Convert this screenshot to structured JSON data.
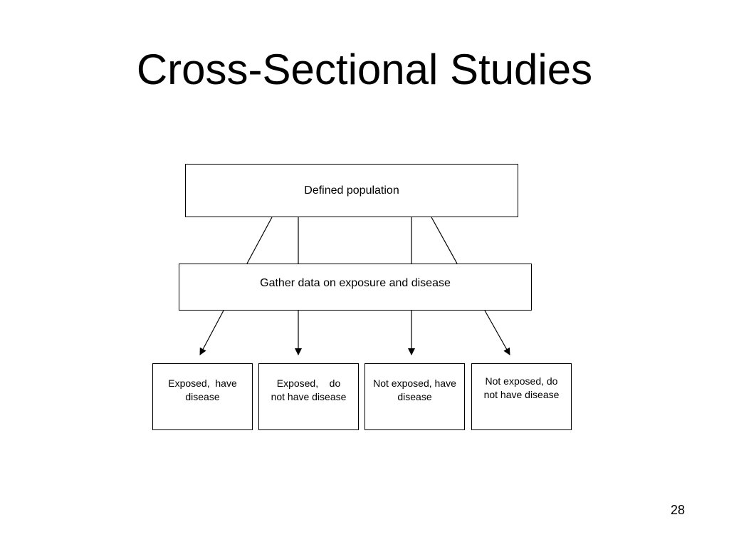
{
  "slide": {
    "title": "Cross-Sectional Studies",
    "page_number": "28"
  },
  "diagram": {
    "top_box": "Defined population",
    "middle_box": "Gather data on exposure and disease",
    "outcomes": [
      "Exposed,  have\ndisease",
      "Exposed,    do\nnot have disease",
      "Not exposed, have\ndisease",
      "Not exposed, do\nnot have disease"
    ]
  }
}
